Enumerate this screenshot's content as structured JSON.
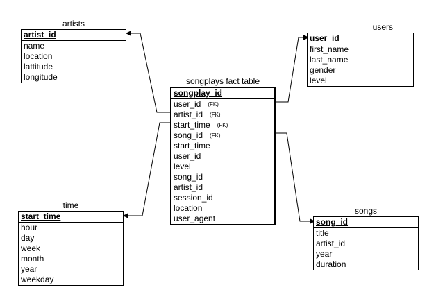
{
  "tables": {
    "artists": {
      "title": "artists",
      "pk": "artist_id",
      "fields": [
        "name",
        "location",
        "lattitude",
        "longitude"
      ]
    },
    "users": {
      "title": "users",
      "pk": "user_id",
      "fields": [
        "first_name",
        "last_name",
        "gender",
        "level"
      ]
    },
    "songplays": {
      "title": "songplays fact table",
      "pk": "songplay_id",
      "fields": [
        {
          "name": "user_id",
          "tag": "(FK)"
        },
        {
          "name": "artist_id",
          "tag": "(FK)"
        },
        {
          "name": "start_time",
          "tag": "(FK)"
        },
        {
          "name": "song_id",
          "tag": "(FK)"
        },
        {
          "name": "start_time",
          "tag": ""
        },
        {
          "name": "user_id",
          "tag": ""
        },
        {
          "name": "level",
          "tag": ""
        },
        {
          "name": "song_id",
          "tag": ""
        },
        {
          "name": "artist_id",
          "tag": ""
        },
        {
          "name": "session_id",
          "tag": ""
        },
        {
          "name": "location",
          "tag": ""
        },
        {
          "name": "user_agent",
          "tag": ""
        }
      ]
    },
    "time": {
      "title": "time",
      "pk": "start_time",
      "fields": [
        "hour",
        "day",
        "week",
        "month",
        "year",
        "weekday"
      ]
    },
    "songs": {
      "title": "songs",
      "pk": "song_id",
      "fields": [
        "title",
        "artist_id",
        "year",
        "duration"
      ]
    }
  }
}
